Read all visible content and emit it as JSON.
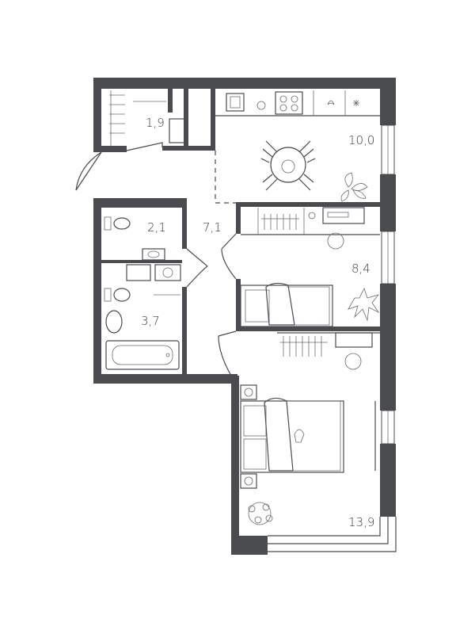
{
  "rooms": {
    "storage": {
      "area": "1,9"
    },
    "kitchen": {
      "area": "10,0"
    },
    "wc": {
      "area": "2,1"
    },
    "hall": {
      "area": "7,1"
    },
    "bedroom_small": {
      "area": "8,4"
    },
    "bathroom": {
      "area": "3,7"
    },
    "bedroom_master": {
      "area": "13,9"
    }
  },
  "colors": {
    "wall": "#4a4b4f",
    "background": "#ffffff"
  },
  "icons": [
    "stove-icon",
    "sink-icon",
    "plant-icon",
    "bed-icon",
    "toilet-icon",
    "bathtub-icon",
    "desk-icon",
    "tv-icon"
  ]
}
